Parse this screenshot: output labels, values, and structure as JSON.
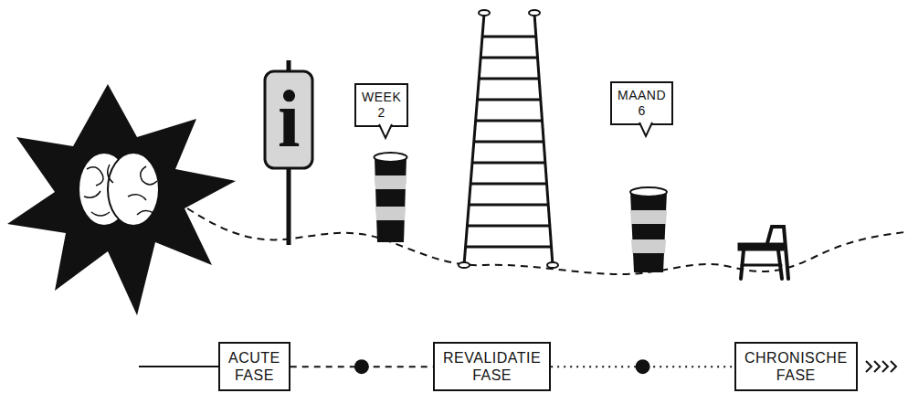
{
  "diagram": {
    "nodes": [
      {
        "text": [
          "WEEK 2"
        ]
      },
      {
        "text": [
          "MAAND 6"
        ]
      },
      {
        "text": [
          "ACUTE FASE"
        ]
      },
      {
        "text": [
          "REVALIDATIE FASE"
        ]
      },
      {
        "text": [
          "CHRONISCHE FASE"
        ]
      }
    ],
    "edges": [
      {
        "from": 2,
        "to": 3,
        "arrow": "none"
      },
      {
        "from": 3,
        "to": 4,
        "arrow": "none"
      }
    ],
    "labels": [
      "i"
    ]
  }
}
